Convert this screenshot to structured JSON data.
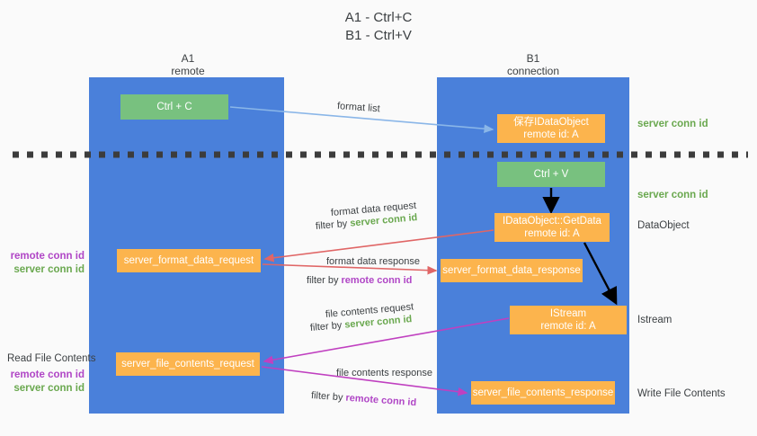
{
  "title": {
    "line1": "A1 - Ctrl+C",
    "line2": "B1 - Ctrl+V"
  },
  "columns": [
    {
      "name": "A1",
      "sub": "remote"
    },
    {
      "name": "B1",
      "sub": "connection"
    }
  ],
  "boxes": {
    "ctrl_c": "Ctrl + C",
    "save_idataobject": {
      "line1": "保存IDataObject",
      "line2": "remote id: A"
    },
    "ctrl_v": "Ctrl + V",
    "getdata": {
      "line1": "IDataObject::GetData",
      "line2": "remote id: A"
    },
    "istream": {
      "line1": "IStream",
      "line2": "remote id: A"
    },
    "server_format_data_request": "server_format_data_request",
    "server_format_data_response": "server_format_data_response",
    "server_file_contents_request": "server_file_contents_request",
    "server_file_contents_response": "server_file_contents_response"
  },
  "notes": {
    "server_conn_id": "server conn id",
    "remote_conn_id": "remote conn id",
    "dataobject": "DataObject",
    "istream": "Istream",
    "write_file_contents": "Write File Contents",
    "read_file_contents": "Read File Contents"
  },
  "edges": {
    "format_list": "format list",
    "format_data_request": "format data request",
    "format_data_response": "format data response",
    "file_contents_request": "file contents request",
    "file_contents_response": "file contents response",
    "filter_by": "filter by "
  },
  "colors": {
    "lane_blue": "#4a80da",
    "box_green": "#78c17f",
    "box_orange": "#fcb44d",
    "server_conn_green": "#6aa84f",
    "remote_conn_purple": "#b046c6",
    "arrow_light_blue": "#8ab6e8",
    "arrow_red": "#e06666",
    "arrow_magenta": "#c040c0",
    "arrow_black": "#000000",
    "background": "#fafafa"
  }
}
